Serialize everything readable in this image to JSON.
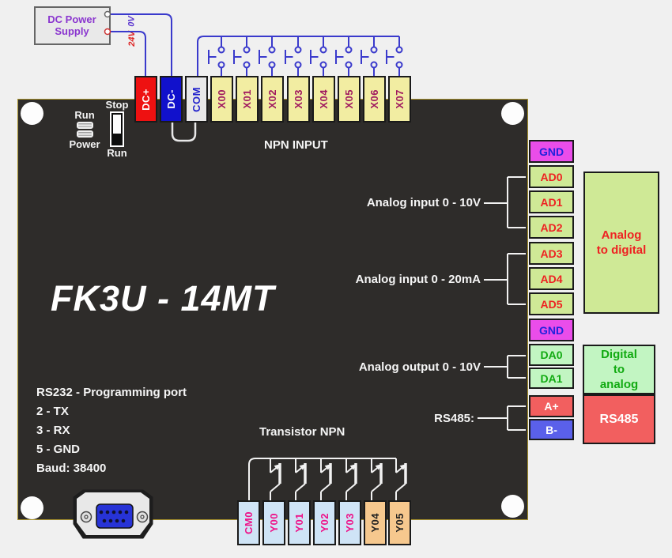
{
  "power_supply": {
    "title": "DC Power Supply",
    "terminal_0v": "0V",
    "terminal_24v": "24V"
  },
  "board": {
    "model": "FK3U - 14MT",
    "npn_input_label": "NPN INPUT",
    "transistor_label": "Transistor NPN",
    "run_led_label": "Run",
    "power_led_label": "Power",
    "switch_stop_label": "Stop",
    "switch_run_label": "Run",
    "rs232_lines": [
      "RS232 - Programming port",
      "2 - TX",
      "3 - RX",
      "5 - GND",
      "Baud: 38400"
    ]
  },
  "analog_labels": {
    "input_10v": "Analog input 0 - 10V",
    "input_20ma": "Analog input 0 - 20mA",
    "output_10v": "Analog output 0 - 10V",
    "rs485": "RS485:"
  },
  "top_terminals": [
    {
      "label": "DC+",
      "bg": "#ee1111",
      "fg": "#ffffff"
    },
    {
      "label": "DC-",
      "bg": "#1111cc",
      "fg": "#ffffff"
    },
    {
      "label": "COM",
      "bg": "#e8e8e8",
      "fg": "#2222cc"
    },
    {
      "label": "X00",
      "bg": "#f2eda2",
      "fg": "#a0195f"
    },
    {
      "label": "X01",
      "bg": "#f2eda2",
      "fg": "#a0195f"
    },
    {
      "label": "X02",
      "bg": "#f2eda2",
      "fg": "#a0195f"
    },
    {
      "label": "X03",
      "bg": "#f2eda2",
      "fg": "#a0195f"
    },
    {
      "label": "X04",
      "bg": "#f2eda2",
      "fg": "#a0195f"
    },
    {
      "label": "X05",
      "bg": "#f2eda2",
      "fg": "#a0195f"
    },
    {
      "label": "X06",
      "bg": "#f2eda2",
      "fg": "#a0195f"
    },
    {
      "label": "X07",
      "bg": "#f2eda2",
      "fg": "#a0195f"
    }
  ],
  "right_terminals": [
    {
      "label": "GND",
      "bg": "#ea4dea",
      "fg": "#2222dd"
    },
    {
      "label": "AD0",
      "bg": "#cfe996",
      "fg": "#ee2222"
    },
    {
      "label": "AD1",
      "bg": "#cfe996",
      "fg": "#ee2222"
    },
    {
      "label": "AD2",
      "bg": "#cfe996",
      "fg": "#ee2222"
    },
    {
      "label": "AD3",
      "bg": "#cfe996",
      "fg": "#ee2222"
    },
    {
      "label": "AD4",
      "bg": "#cfe996",
      "fg": "#ee2222"
    },
    {
      "label": "AD5",
      "bg": "#cfe996",
      "fg": "#ee2222"
    },
    {
      "label": "GND",
      "bg": "#ea4dea",
      "fg": "#2222dd"
    },
    {
      "label": "DA0",
      "bg": "#c2f5c2",
      "fg": "#11aa11"
    },
    {
      "label": "DA1",
      "bg": "#c2f5c2",
      "fg": "#11aa11"
    },
    {
      "label": "A+",
      "bg": "#f25f5f",
      "fg": "#ffffff"
    },
    {
      "label": "B-",
      "bg": "#5a60ea",
      "fg": "#ffffff"
    }
  ],
  "bottom_terminals": [
    {
      "label": "CM0",
      "bg": "#cfe4f6",
      "fg": "#ee1188"
    },
    {
      "label": "Y00",
      "bg": "#cfe4f6",
      "fg": "#ee1188"
    },
    {
      "label": "Y01",
      "bg": "#cfe4f6",
      "fg": "#ee1188"
    },
    {
      "label": "Y02",
      "bg": "#cfe4f6",
      "fg": "#ee1188"
    },
    {
      "label": "Y03",
      "bg": "#cfe4f6",
      "fg": "#ee1188"
    },
    {
      "label": "Y04",
      "bg": "#f6c88e",
      "fg": "#222222"
    },
    {
      "label": "Y05",
      "bg": "#f6c88e",
      "fg": "#222222"
    }
  ],
  "side_boxes": [
    {
      "label": "Analog to digital",
      "bg": "#cfe996",
      "fg": "#ee2222"
    },
    {
      "label": "Digital to analog",
      "bg": "#c2f5c2",
      "fg": "#11aa11"
    },
    {
      "label": "RS485",
      "bg": "#f25f5f",
      "fg": "#ffffff"
    }
  ],
  "wire_colors": {
    "input_wiring": "#3a3acc",
    "output_wiring": "#f2f2f2"
  }
}
